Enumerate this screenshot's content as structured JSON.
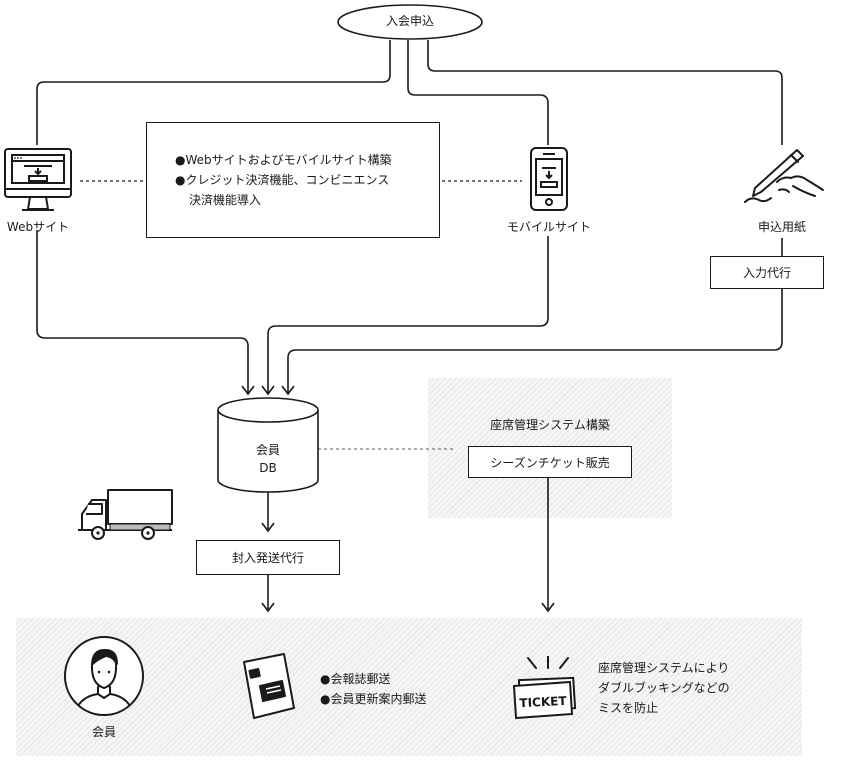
{
  "nodes": {
    "application": "入会申込",
    "website": "Webサイト",
    "mobile_site": "モバイルサイト",
    "application_form": "申込用紙",
    "input_agency": "入力代行",
    "db_line1": "会員",
    "db_line2": "DB",
    "enclosure_shipping": "封入発送代行",
    "seat_system_title": "座席管理システム構築",
    "season_ticket": "シーズンチケット販売",
    "member": "会員"
  },
  "services_box": {
    "line1": "●Webサイトおよびモバイルサイト構築",
    "line2": "●クレジット決済機能、コンビニエンス",
    "line3": "決済機能導入"
  },
  "bottom": {
    "mail_line1": "●会報誌郵送",
    "mail_line2": "●会員更新案内郵送",
    "seat_line1": "座席管理システムにより",
    "seat_line2": "ダブルブッキングなどの",
    "seat_line3": "ミスを防止",
    "ticket_text": "TICKET"
  },
  "icons": [
    "monitor-icon",
    "smartphone-icon",
    "pen-hand-icon",
    "truck-icon",
    "person-icon",
    "envelope-icon",
    "ticket-icon"
  ]
}
